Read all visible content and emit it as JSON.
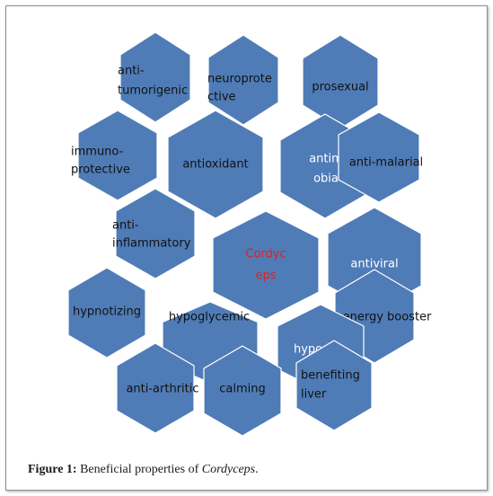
{
  "hex_color": "#4f7cb7",
  "text_color": "#111111",
  "center_text_color": "#e02020",
  "light_text_color": "#ffffff",
  "hexagons": [
    {
      "lines": [
        "anti-",
        "tumorigenic"
      ]
    },
    {
      "lines": [
        "neuroprote",
        "ctive"
      ]
    },
    {
      "lines": [
        "prosexual"
      ]
    },
    {
      "lines": [
        "immuno-",
        "protective"
      ]
    },
    {
      "lines": [
        "antioxidant"
      ]
    },
    {
      "lines": [
        "antimicr",
        "obial"
      ],
      "visible_lines": [
        "antim",
        "obia"
      ]
    },
    {
      "lines": [
        "anti-malarial"
      ]
    },
    {
      "lines": [
        "anti-",
        "inflammatory"
      ]
    },
    {
      "lines": [
        "Cordyc",
        "eps"
      ]
    },
    {
      "lines": [
        "antiviral"
      ]
    },
    {
      "lines": [
        "hypnotizing"
      ]
    },
    {
      "lines": [
        "hypoglycemic"
      ]
    },
    {
      "lines": [
        "energy booster"
      ]
    },
    {
      "lines": [
        "hypolipid"
      ],
      "visible_lines": [
        "hypo"
      ]
    },
    {
      "lines": [
        "anti-arthritic"
      ]
    },
    {
      "lines": [
        "calming"
      ]
    },
    {
      "lines": [
        "benefiting",
        "liver"
      ]
    }
  ],
  "caption": {
    "label": "Figure 1:",
    "text": " Beneficial properties of ",
    "italic": "Cordyceps",
    "end": "."
  }
}
